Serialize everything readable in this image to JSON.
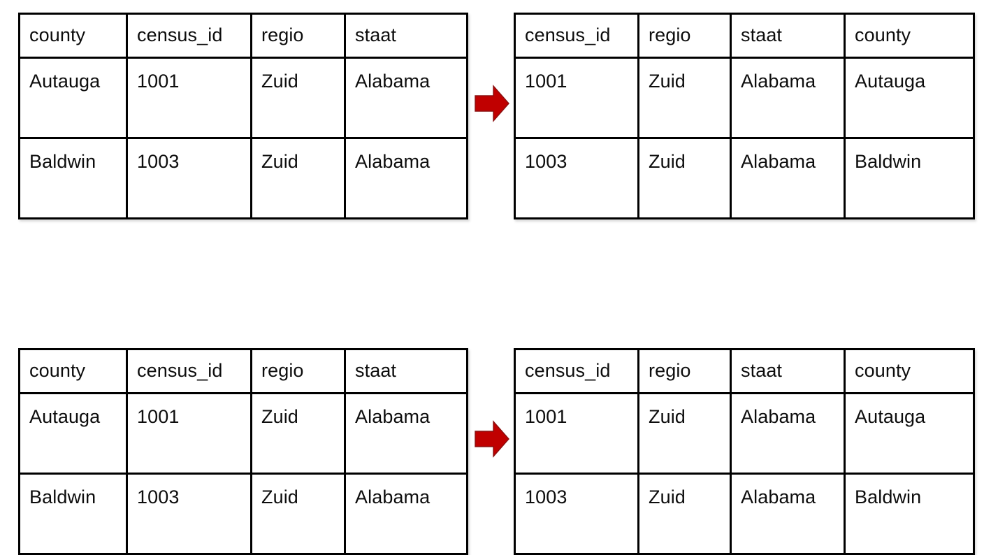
{
  "diagram": {
    "type": "table-column-reorder-before-after",
    "accent_color": "#C00000",
    "border_color": "#000000",
    "background_color": "#FFFFFF",
    "arrow_icon": "arrow-right-block-icon",
    "rows": [
      {
        "source": {
          "headers": [
            "county",
            "census_id",
            "regio",
            "staat"
          ],
          "rows": [
            [
              "Autauga",
              "1001",
              "Zuid",
              "Alabama"
            ],
            [
              "Baldwin",
              "1003",
              "Zuid",
              "Alabama"
            ]
          ]
        },
        "result": {
          "headers": [
            "census_id",
            "regio",
            "staat",
            "county"
          ],
          "rows": [
            [
              "1001",
              "Zuid",
              "Alabama",
              "Autauga"
            ],
            [
              "1003",
              "Zuid",
              "Alabama",
              "Baldwin"
            ]
          ]
        }
      },
      {
        "source": {
          "headers": [
            "county",
            "census_id",
            "regio",
            "staat"
          ],
          "rows": [
            [
              "Autauga",
              "1001",
              "Zuid",
              "Alabama"
            ],
            [
              "Baldwin",
              "1003",
              "Zuid",
              "Alabama"
            ]
          ]
        },
        "result": {
          "headers": [
            "census_id",
            "regio",
            "staat",
            "county"
          ],
          "rows": [
            [
              "1001",
              "Zuid",
              "Alabama",
              "Autauga"
            ],
            [
              "1003",
              "Zuid",
              "Alabama",
              "Baldwin"
            ]
          ]
        }
      }
    ]
  }
}
